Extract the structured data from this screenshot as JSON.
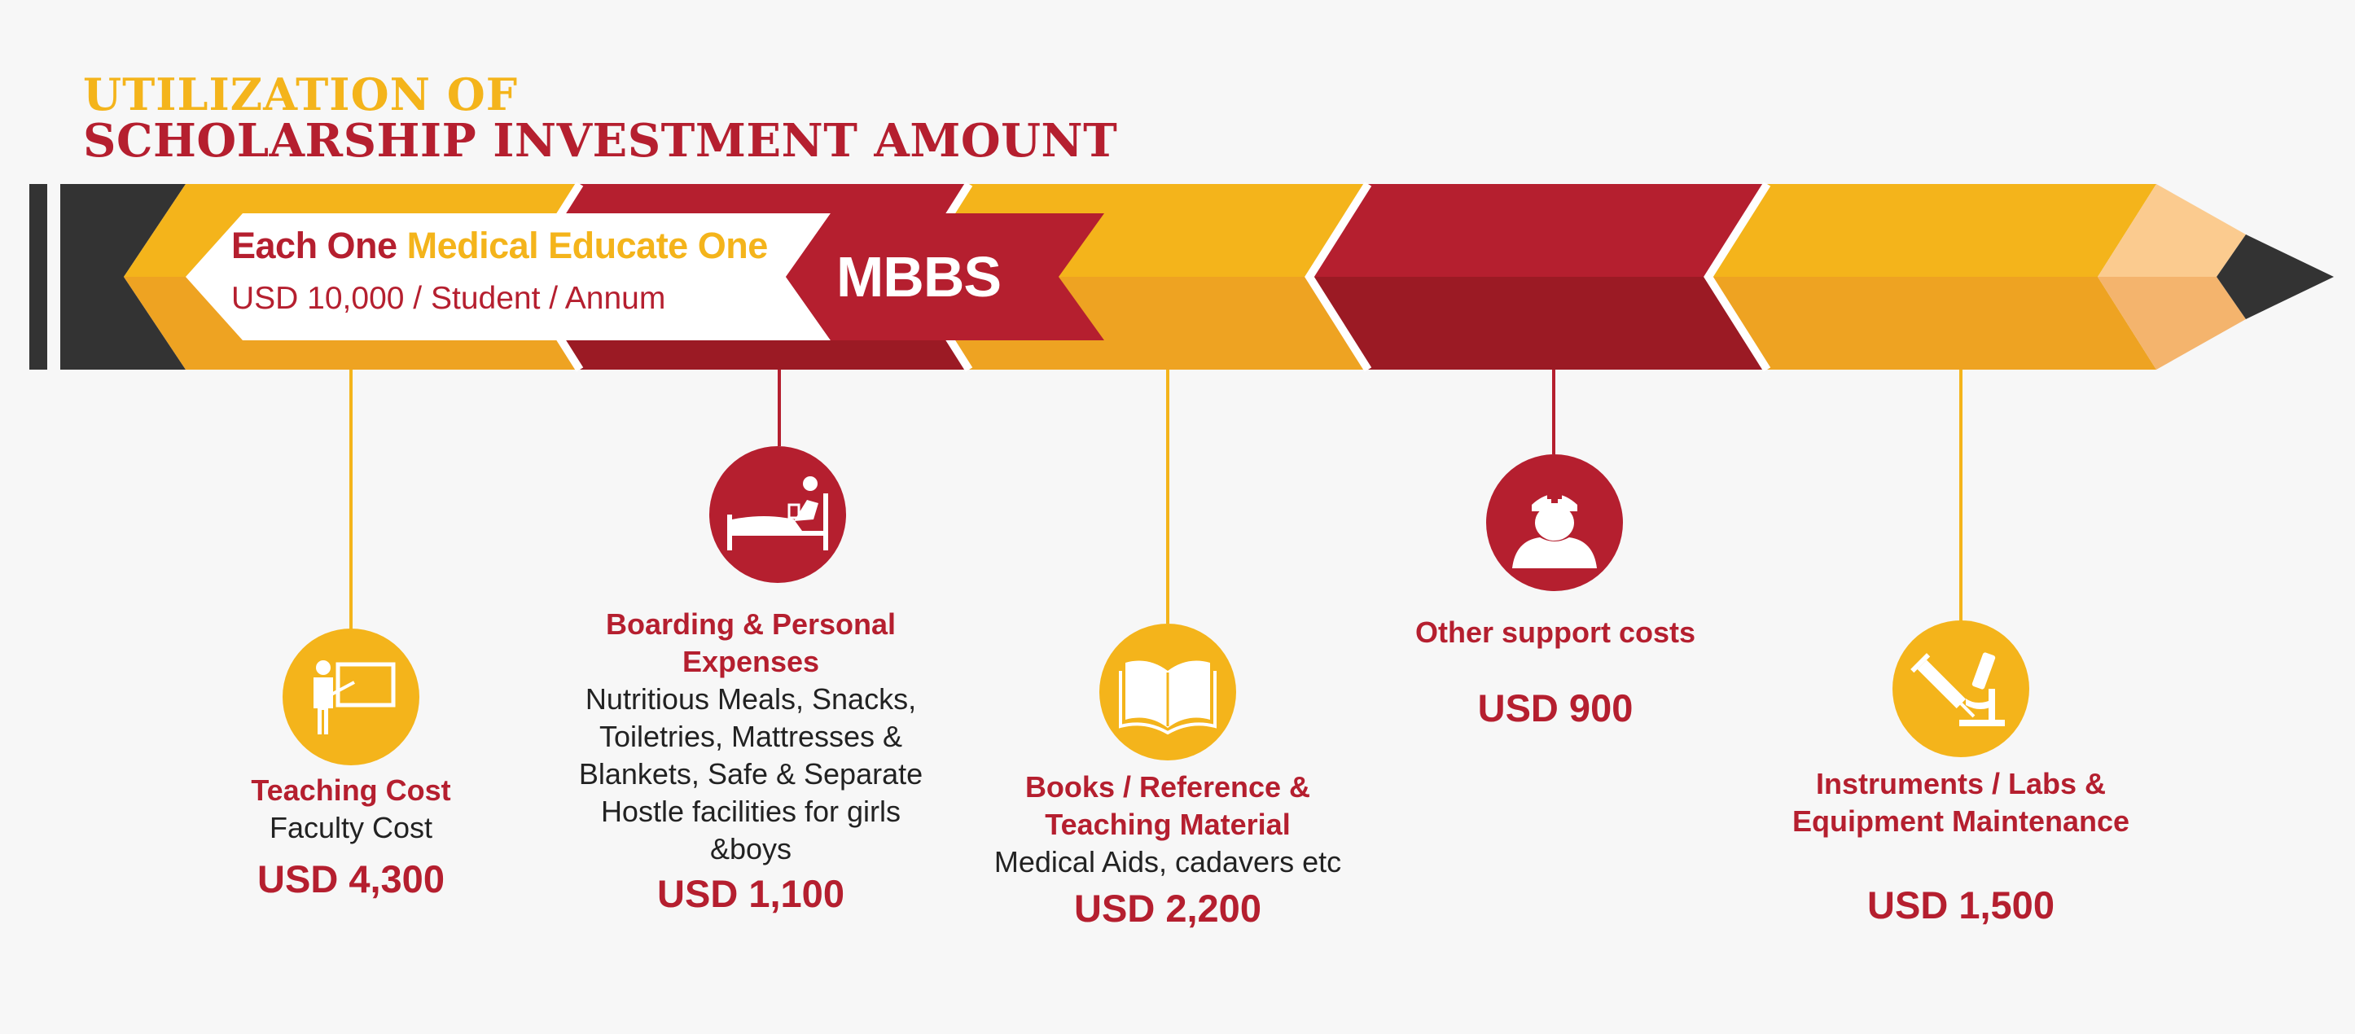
{
  "title": {
    "line1": "UTILIZATION OF",
    "line2": "SCHOLARSHIP INVESTMENT AMOUNT"
  },
  "banner": {
    "lead_red": "Each One",
    "lead_yellow": "Medical Educate One",
    "rate": "USD 10,000 / Student / Annum",
    "program": "MBBS"
  },
  "colors": {
    "yellow": "#f4b41b",
    "yellow_dark": "#eea322",
    "red": "#b51f2f",
    "red_dark": "#9b1a24",
    "charcoal": "#333333",
    "wood_light": "#fbcb8f",
    "wood_dark": "#f4b46d",
    "background": "#f7f7f7"
  },
  "items": [
    {
      "title": "Teaching Cost",
      "description": "Faculty Cost",
      "amount": "USD 4,300",
      "icon": "teacher-board-icon",
      "icon_color": "#f4b41b"
    },
    {
      "title": "Boarding & Personal Expenses",
      "description": "Nutritious Meals, Snacks, Toiletries, Mattresses & Blankets, Safe & Separate Hostle facilities for girls &boys",
      "amount": "USD 1,100",
      "icon": "bed-icon",
      "icon_color": "#b51f2f"
    },
    {
      "title": "Books / Reference & Teaching Material",
      "description": "Medical Aids, cadavers etc",
      "amount": "USD 2,200",
      "icon": "open-book-icon",
      "icon_color": "#f4b41b"
    },
    {
      "title": "Other support costs",
      "description": "",
      "amount": "USD 900",
      "icon": "nurse-icon",
      "icon_color": "#b51f2f"
    },
    {
      "title": "Instruments / Labs & Equipment Maintenance",
      "description": "",
      "amount": "USD 1,500",
      "icon": "syringe-microscope-icon",
      "icon_color": "#f4b41b"
    }
  ]
}
